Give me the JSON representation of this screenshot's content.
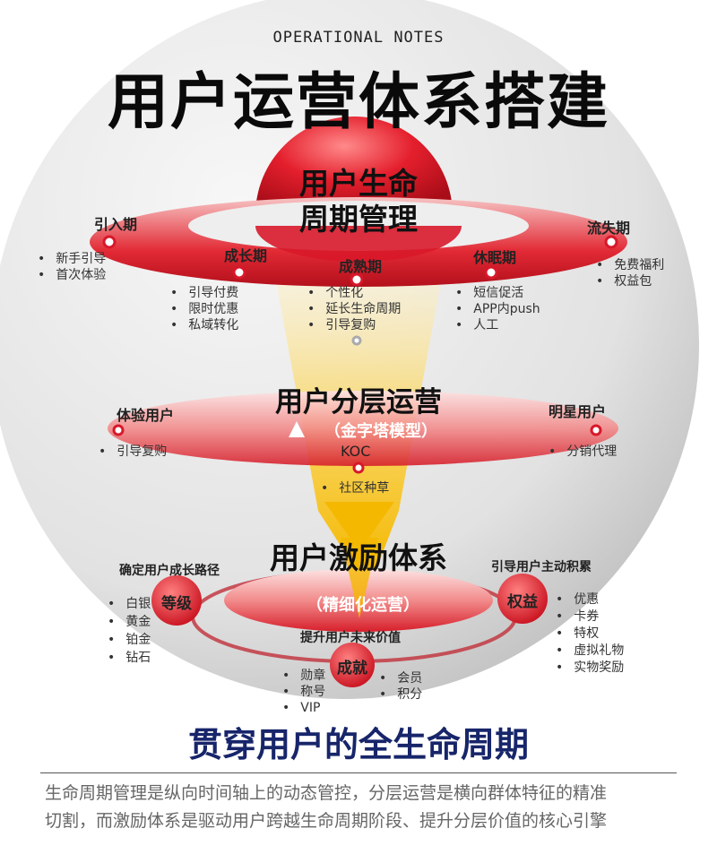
{
  "header": {
    "subtitle": "OPERATIONAL NOTES",
    "title": "用户运营体系搭建"
  },
  "lifecycle": {
    "title_line1": "用户生命",
    "title_line2": "周期管理",
    "stages": [
      {
        "name": "引入期",
        "items": [
          "新手引导",
          "首次体验"
        ]
      },
      {
        "name": "成长期",
        "items": [
          "引导付费",
          "限时优惠",
          "私域转化"
        ]
      },
      {
        "name": "成熟期",
        "items": [
          "个性化",
          "延长生命周期",
          "引导复购"
        ]
      },
      {
        "name": "休眠期",
        "items": [
          "短信促活",
          "APP内push",
          "人工"
        ]
      },
      {
        "name": "流失期",
        "items": [
          "免费福利",
          "权益包"
        ]
      }
    ]
  },
  "layers": {
    "title": "用户分层运营",
    "model": "（金字塔模型）",
    "groups": [
      {
        "name": "体验用户",
        "items": [
          "引导复购"
        ]
      },
      {
        "name": "KOC",
        "items": [
          "社区种草"
        ]
      },
      {
        "name": "明星用户",
        "items": [
          "分销代理"
        ]
      }
    ]
  },
  "incentive": {
    "title": "用户激励体系",
    "subtitle": "（精细化运营）",
    "nodes": [
      {
        "name": "等级",
        "caption": "确定用户成长路径",
        "items": [
          "白银",
          "黄金",
          "铂金",
          "钻石"
        ]
      },
      {
        "name": "权益",
        "caption": "引导用户主动积累",
        "items": [
          "优惠",
          "卡券",
          "特权",
          "虚拟礼物",
          "实物奖励"
        ]
      },
      {
        "name": "成就",
        "caption": "提升用户未来价值",
        "items_left": [
          "勋章",
          "称号",
          "VIP"
        ],
        "items_right": [
          "会员",
          "积分"
        ]
      }
    ]
  },
  "footer": {
    "title": "贯穿用户的全生命周期",
    "description_line1": "生命周期管理是纵向时间轴上的动态管控，分层运营是横向群体特征的精准",
    "description_line2": "切割，而激励体系是驱动用户跨越生命周期阶段、提升分层价值的核心引擎"
  },
  "colors": {
    "red": "#d8182a",
    "yellow": "#f5b800",
    "navy": "#17256a",
    "gray_bg": "#dcdcdc"
  }
}
